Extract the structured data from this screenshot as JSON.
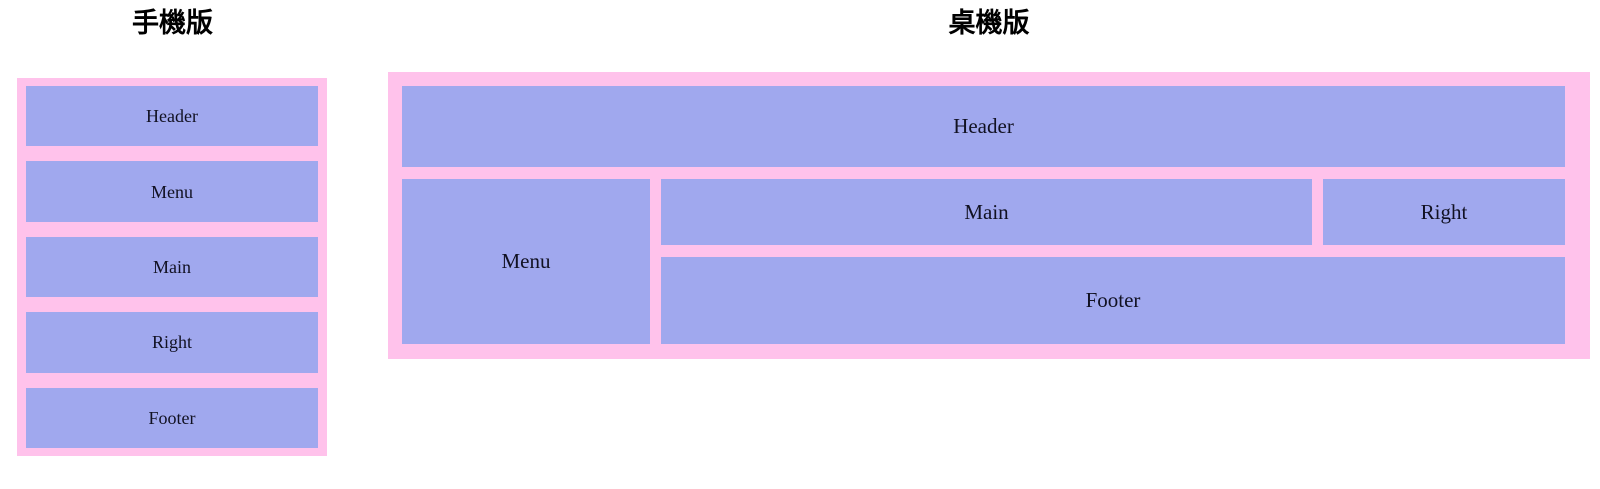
{
  "page": {
    "background": "#ffffff",
    "frame_color": "#ffc2eb",
    "cell_color": "#a0a8ee",
    "text_color": "#111122"
  },
  "mobile": {
    "title": "手機版",
    "regions": [
      {
        "label": "Header"
      },
      {
        "label": "Menu"
      },
      {
        "label": "Main"
      },
      {
        "label": "Right"
      },
      {
        "label": "Footer"
      }
    ]
  },
  "desktop": {
    "title": "桌機版",
    "regions": {
      "header": "Header",
      "menu": "Menu",
      "main": "Main",
      "right": "Right",
      "footer": "Footer"
    }
  }
}
